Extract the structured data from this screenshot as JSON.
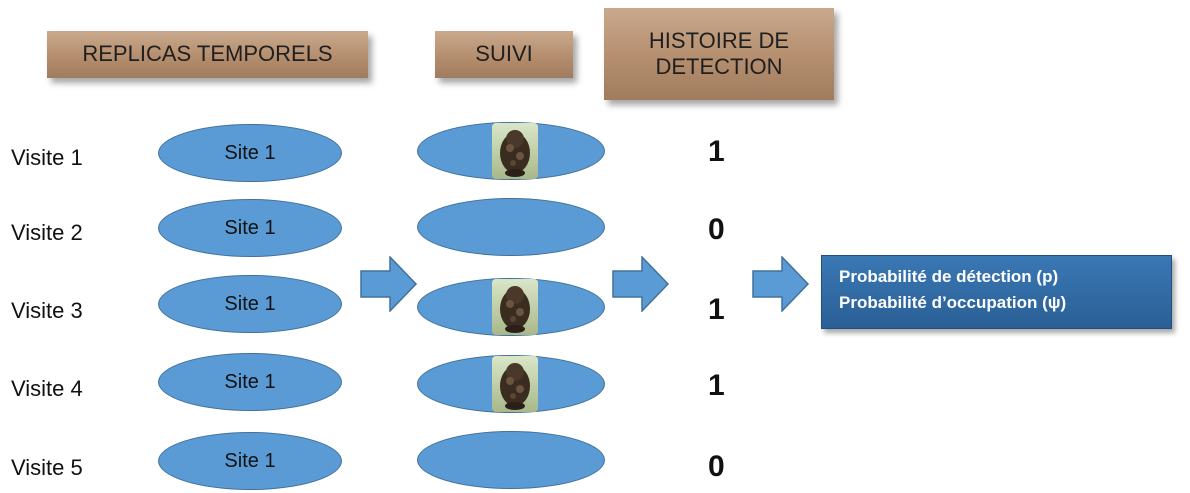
{
  "headers": {
    "replicas": "REPLICAS TEMPORELS",
    "suivi": "SUIVI",
    "histoire_line1": "HISTOIRE DE",
    "histoire_line2": "DETECTION"
  },
  "rows": [
    {
      "visit": "Visite 1",
      "site": "Site 1",
      "detected": true,
      "detection": "1"
    },
    {
      "visit": "Visite 2",
      "site": "Site 1",
      "detected": false,
      "detection": "0"
    },
    {
      "visit": "Visite 3",
      "site": "Site 1",
      "detected": true,
      "detection": "1"
    },
    {
      "visit": "Visite 4",
      "site": "Site 1",
      "detected": true,
      "detection": "1"
    },
    {
      "visit": "Visite 5",
      "site": "Site 1",
      "detected": false,
      "detection": "0"
    }
  ],
  "result": {
    "line1": "Probabilité de détection (p)",
    "line2": "Probabilité d’occupation (ψ)"
  },
  "colors": {
    "header_fill": "#b48e6e",
    "oval_fill": "#5b9bd5",
    "oval_stroke": "#41719c",
    "result_fill": "#2e6aa6"
  }
}
